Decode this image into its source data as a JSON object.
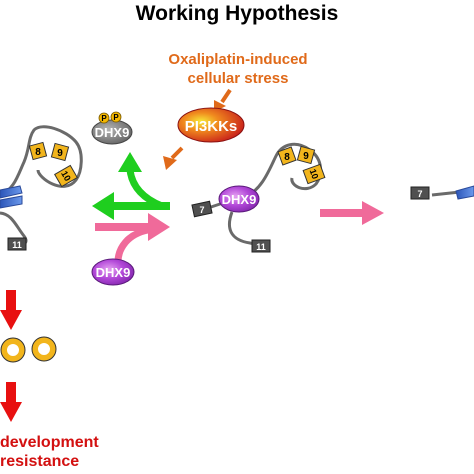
{
  "title": "Working Hypothesis",
  "stress": {
    "line1": "Oxaliplatin-induced",
    "line2": "cellular stress"
  },
  "kinase": "PI3KKs",
  "dhx9_phospho": {
    "label": "DHX9",
    "phospho_mark": "P"
  },
  "dhx9_free": "DHX9",
  "dhx9_bound": "DHX9",
  "exons": {
    "e7": "7",
    "e8": "8",
    "e9": "9",
    "e10": "10",
    "e11": "11"
  },
  "outcome": {
    "line1": "development",
    "line2": "resistance"
  },
  "colors": {
    "orange": "#e06a1a",
    "green": "#1fce1f",
    "pink": "#f06a9a",
    "red": "#e81010",
    "exon_yellow": "#f2b51c",
    "exon_dark": "#505050",
    "dhx9_purple": "#9b2fc9",
    "dhx9_gray": "#7a7a7a",
    "blue": "#3f74d6"
  }
}
